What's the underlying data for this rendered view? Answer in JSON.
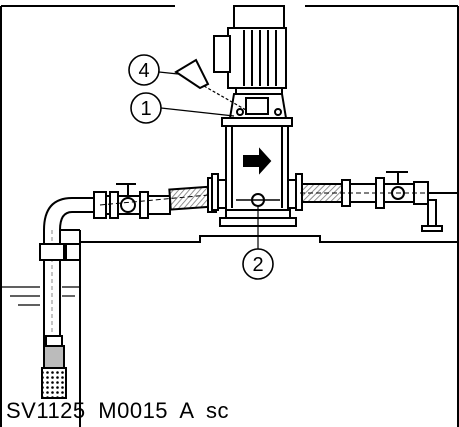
{
  "callouts": {
    "c1": "1",
    "c2": "2",
    "c4": "4"
  },
  "drawing_code": "SV1125  M0015  A  sc",
  "colors": {
    "ink": "#000000",
    "hatch": "#8a8a8a",
    "background": "#ffffff"
  }
}
